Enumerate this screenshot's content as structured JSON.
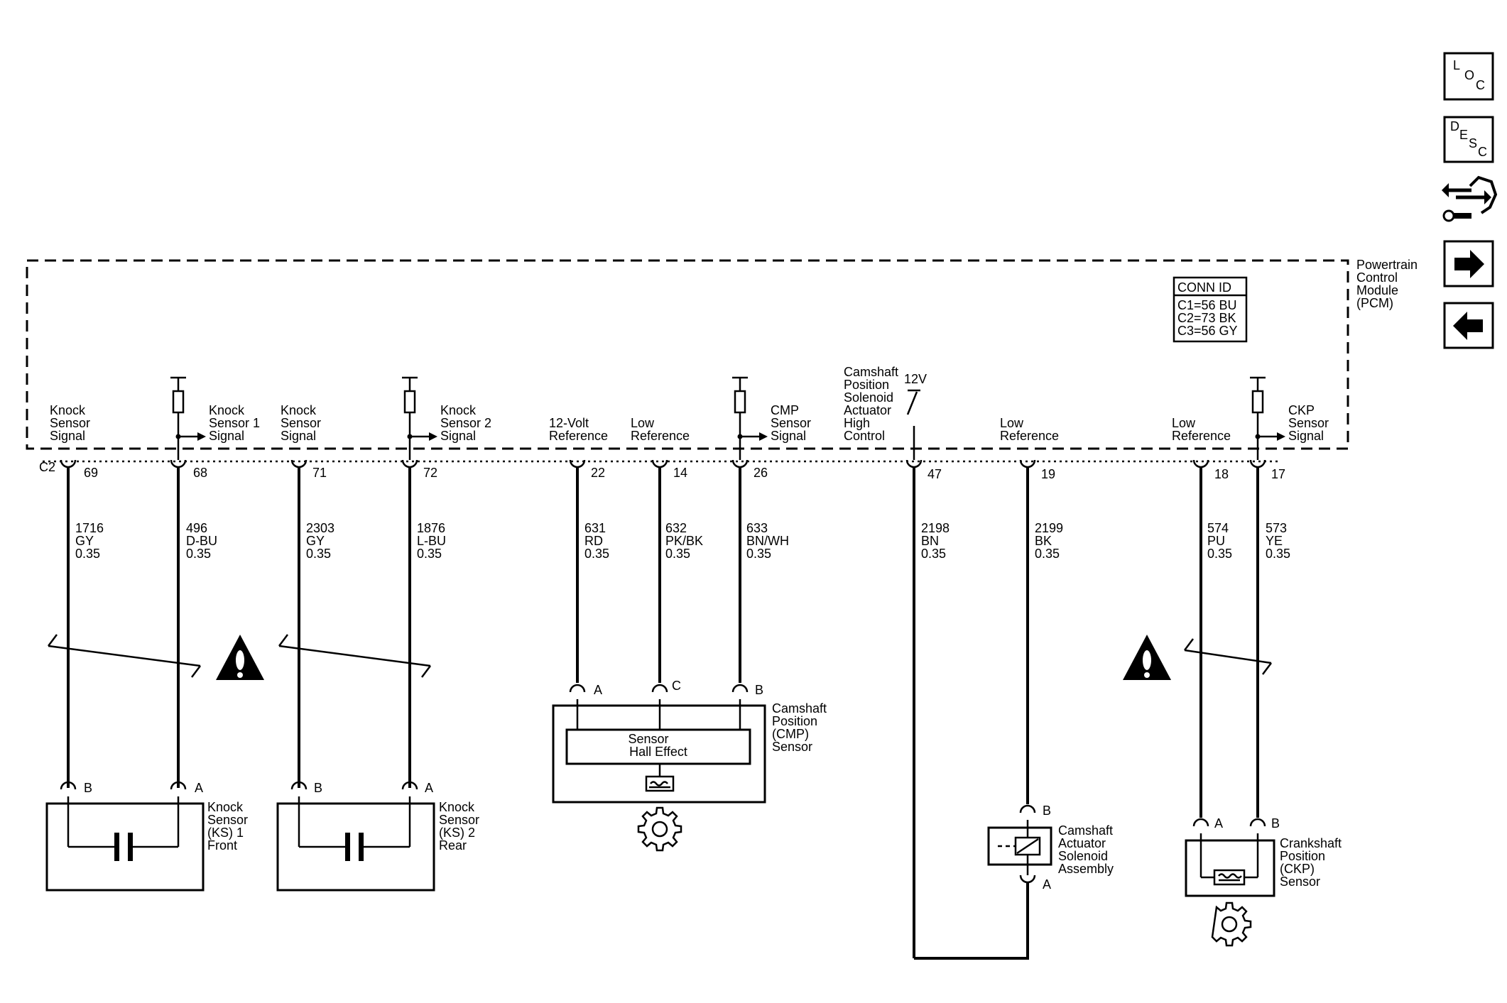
{
  "module": {
    "name_lines": [
      "Powertrain",
      "Control",
      "Module",
      "(PCM)"
    ],
    "conn_id": {
      "title": "CONN ID",
      "rows": [
        "C1=56 BU",
        "C2=73 BK",
        "C3=56 GY"
      ]
    },
    "connector_label": "C2"
  },
  "circuits": [
    {
      "id": "ks1-signal",
      "label": [
        "Knock",
        "Sensor",
        "Signal"
      ],
      "pin": "69",
      "circuit": "1716",
      "color": "GY",
      "gauge": "0.35"
    },
    {
      "id": "ks1-ref",
      "label": [
        "Knock",
        "Sensor 1",
        "Signal"
      ],
      "pin": "68",
      "circuit": "496",
      "color": "D-BU",
      "gauge": "0.35"
    },
    {
      "id": "ks2-signal",
      "label": [
        "Knock",
        "Sensor",
        "Signal"
      ],
      "pin": "71",
      "circuit": "2303",
      "color": "GY",
      "gauge": "0.35"
    },
    {
      "id": "ks2-ref",
      "label": [
        "Knock",
        "Sensor 2",
        "Signal"
      ],
      "pin": "72",
      "circuit": "1876",
      "color": "L-BU",
      "gauge": "0.35"
    },
    {
      "id": "cmp-12v",
      "label": [
        "12-Volt",
        "Reference"
      ],
      "pin": "22",
      "circuit": "631",
      "color": "RD",
      "gauge": "0.35"
    },
    {
      "id": "cmp-low",
      "label": [
        "Low",
        "Reference"
      ],
      "pin": "14",
      "circuit": "632",
      "color": "PK/BK",
      "gauge": "0.35"
    },
    {
      "id": "cmp-signal",
      "label": [
        "CMP",
        "Sensor",
        "Signal"
      ],
      "pin": "26",
      "circuit": "633",
      "color": "BN/WH",
      "gauge": "0.35"
    },
    {
      "id": "solenoid-high",
      "label": [
        "Camshaft",
        "Position",
        "Solenoid",
        "Actuator",
        "High",
        "Control"
      ],
      "pin": "47",
      "circuit": "2198",
      "color": "BN",
      "gauge": "0.35"
    },
    {
      "id": "solenoid-low",
      "label": [
        "Low",
        "Reference"
      ],
      "pin": "19",
      "circuit": "2199",
      "color": "BK",
      "gauge": "0.35"
    },
    {
      "id": "ckp-low",
      "label": [
        "Low",
        "Reference"
      ],
      "pin": "18",
      "circuit": "574",
      "color": "PU",
      "gauge": "0.35"
    },
    {
      "id": "ckp-signal",
      "label": [
        "CKP",
        "Sensor",
        "Signal"
      ],
      "pin": "17",
      "circuit": "573",
      "color": "YE",
      "gauge": "0.35"
    }
  ],
  "supply_label": "12V",
  "components": {
    "ks1": {
      "label": [
        "Knock",
        "Sensor",
        "(KS) 1",
        "Front"
      ],
      "pin_left": "B",
      "pin_right": "A"
    },
    "ks2": {
      "label": [
        "Knock",
        "Sensor",
        "(KS) 2",
        "Rear"
      ],
      "pin_left": "B",
      "pin_right": "A"
    },
    "cmp": {
      "label": [
        "Camshaft",
        "Position",
        "(CMP)",
        "Sensor"
      ],
      "inner": [
        "Sensor",
        "Hall Effect"
      ],
      "pins": [
        "A",
        "C",
        "B"
      ]
    },
    "solenoid": {
      "label": [
        "Camshaft",
        "Actuator",
        "Solenoid",
        "Assembly"
      ],
      "pin_top": "B",
      "pin_bottom": "A"
    },
    "ckp": {
      "label": [
        "Crankshaft",
        "Position",
        "(CKP)",
        "Sensor"
      ],
      "pin_left": "A",
      "pin_right": "B"
    }
  },
  "nav": {
    "loc": [
      "L",
      "O",
      "C"
    ],
    "desc": [
      "D",
      "E",
      "S",
      "C"
    ],
    "icons": [
      "connector-tool-icon",
      "forward-arrow-icon",
      "back-arrow-icon"
    ]
  }
}
